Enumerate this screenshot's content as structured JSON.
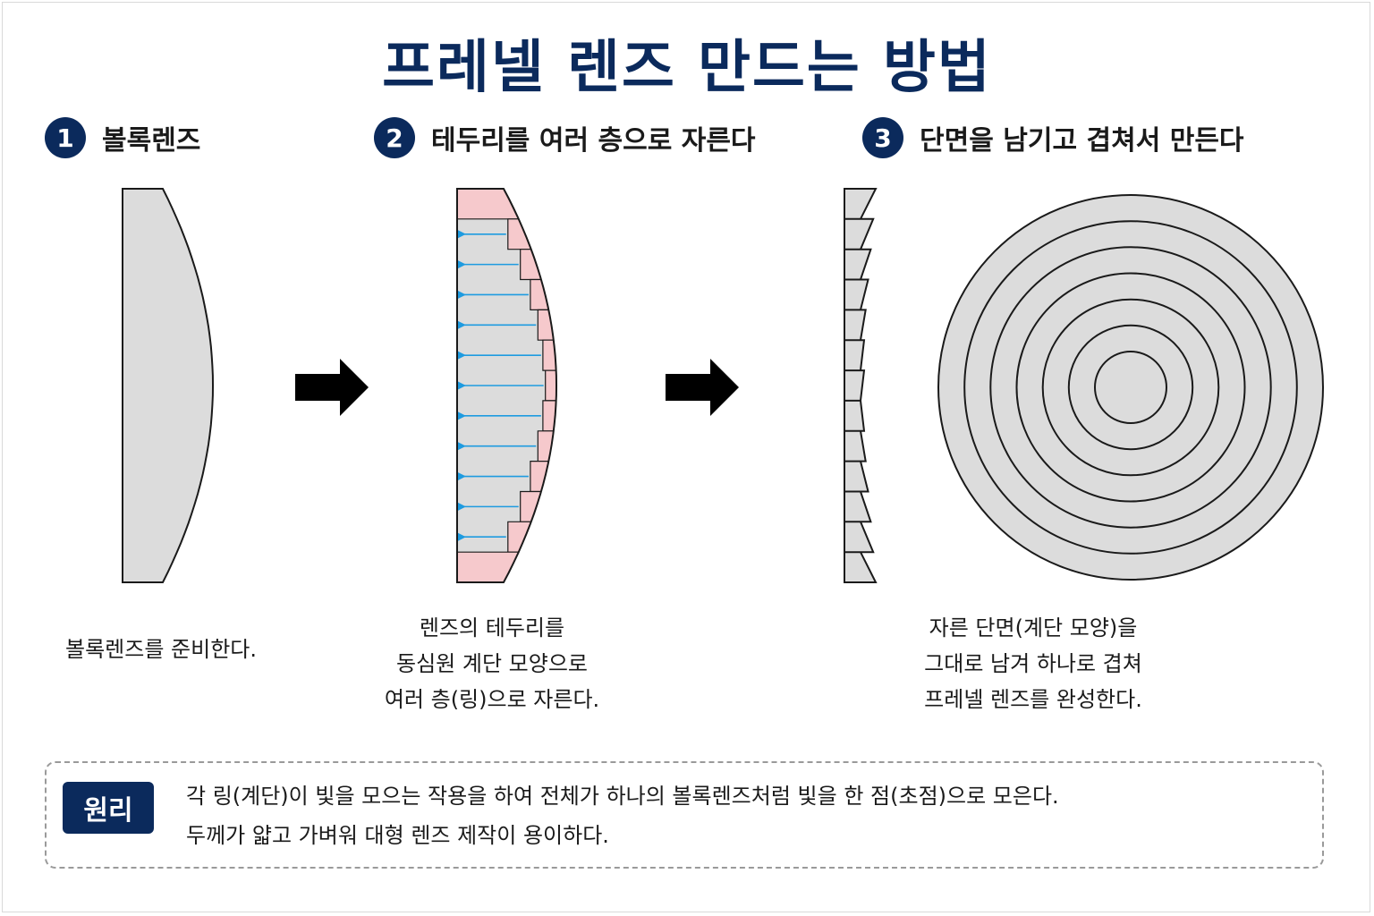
{
  "title": "프레넬 렌즈 만드는 방법",
  "steps": [
    {
      "number": "1",
      "title": "볼록렌즈",
      "caption": [
        "볼록렌즈를 준비한다."
      ]
    },
    {
      "number": "2",
      "title": "테두리를 여러 층으로 자른다",
      "caption": [
        "렌즈의 테두리를",
        "동심원 계단 모양으로",
        "여러 층(링)으로 자른다."
      ]
    },
    {
      "number": "3",
      "title": "단면을 남기고 겹쳐서 만든다",
      "caption": [
        "자른 단면(계단 모양)을",
        "그대로 남겨 하나로 겹쳐",
        "프레넬 렌즈를 완성한다."
      ]
    }
  ],
  "principle": {
    "badge": "원리",
    "lines": [
      "각 링(계단)이 빛을 모으는 작용을 하여 전체가 하나의 볼록렌즈처럼 빛을 한 점(초점)으로 모은다.",
      "두께가 얇고 가벼워 대형 렌즈 제작이 용이하다."
    ]
  },
  "diagram": {
    "lens_fill": "#dcdcdc",
    "cut_fill": "#f6c9cc",
    "arrow_color": "#1e9be0",
    "outline_color": "#1a1a1a",
    "layers": 13,
    "concentric_rings": 7
  },
  "colors": {
    "accent": "#0b2a5c"
  }
}
